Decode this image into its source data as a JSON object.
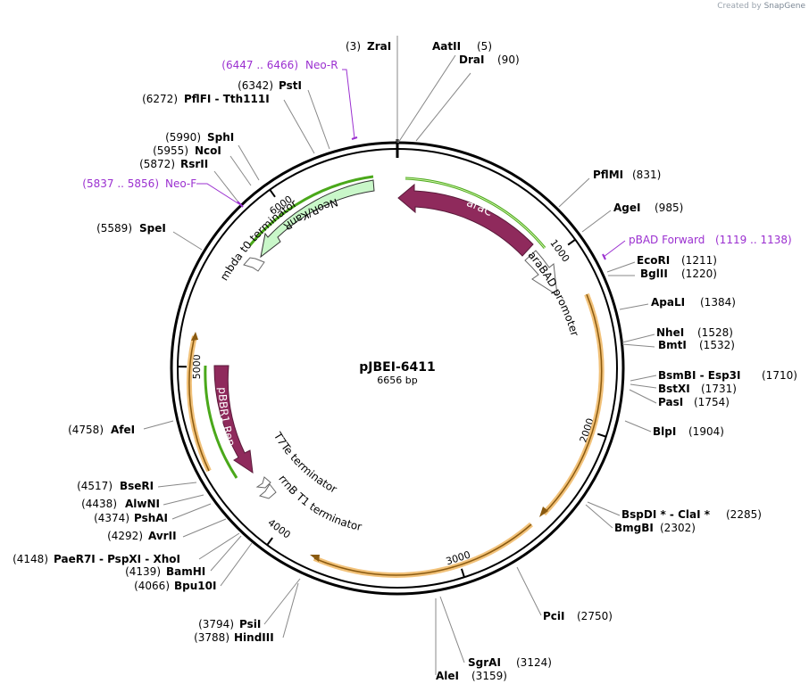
{
  "credit": {
    "prefix": "Created by",
    "brand": "SnapGene"
  },
  "plasmid": {
    "name": "pJBEI-6411",
    "length_label": "6656 bp",
    "total_bp": 6656
  },
  "colors": {
    "enzyme": "#000000",
    "primer": "#9b30d0",
    "feature_dark": "#8f2a5c",
    "feature_light": "#c9f7c9",
    "orf_orange": "#f2c27a",
    "promoter": "#ffffff"
  },
  "ticks": [
    {
      "bp": 1000,
      "label": "1000"
    },
    {
      "bp": 2000,
      "label": "2000"
    },
    {
      "bp": 3000,
      "label": "3000"
    },
    {
      "bp": 4000,
      "label": "4000"
    },
    {
      "bp": 5000,
      "label": "5000"
    },
    {
      "bp": 6000,
      "label": "6000"
    }
  ],
  "enzymes": [
    {
      "id": "zrai",
      "pos": "(3)",
      "name": "ZraI",
      "bp": 3
    },
    {
      "id": "aatii",
      "pos": "(5)",
      "name": "AatII",
      "bp": 5
    },
    {
      "id": "drai",
      "pos": "(90)",
      "name": "DraI",
      "bp": 90
    },
    {
      "id": "pflmi",
      "pos": "(831)",
      "name": "PflMI",
      "bp": 831
    },
    {
      "id": "agei",
      "pos": "(985)",
      "name": "AgeI",
      "bp": 985
    },
    {
      "id": "ecori",
      "pos": "(1211)",
      "name": "EcoRI",
      "bp": 1211
    },
    {
      "id": "bglii",
      "pos": "(1220)",
      "name": "BglII",
      "bp": 1220
    },
    {
      "id": "apali",
      "pos": "(1384)",
      "name": "ApaLI",
      "bp": 1384
    },
    {
      "id": "nhei",
      "pos": "(1528)",
      "name": "NheI",
      "bp": 1528
    },
    {
      "id": "bmti",
      "pos": "(1532)",
      "name": "BmtI",
      "bp": 1532
    },
    {
      "id": "bsmbi",
      "pos": "(1710)",
      "name": "BsmBI  - Esp3I",
      "bp": 1710
    },
    {
      "id": "bstxi",
      "pos": "(1731)",
      "name": "BstXI",
      "bp": 1731
    },
    {
      "id": "pasi",
      "pos": "(1754)",
      "name": "PasI",
      "bp": 1754
    },
    {
      "id": "blpi",
      "pos": "(1904)",
      "name": "BlpI",
      "bp": 1904
    },
    {
      "id": "bspdi",
      "pos": "(2285)",
      "name": "BspDI *  - ClaI *",
      "bp": 2285
    },
    {
      "id": "bmgbi",
      "pos": "(2302)",
      "name": "BmgBI",
      "bp": 2302
    },
    {
      "id": "pcii",
      "pos": "(2750)",
      "name": "PciI",
      "bp": 2750
    },
    {
      "id": "sgrai",
      "pos": "(3124)",
      "name": "SgrAI",
      "bp": 3124
    },
    {
      "id": "alei",
      "pos": "(3159)",
      "name": "AleI",
      "bp": 3159
    },
    {
      "id": "hindiii",
      "pos": "(3788)",
      "name": "HindIII",
      "bp": 3788
    },
    {
      "id": "psii",
      "pos": "(3794)",
      "name": "PsiI",
      "bp": 3794
    },
    {
      "id": "bpu10i",
      "pos": "(4066)",
      "name": "Bpu10I",
      "bp": 4066
    },
    {
      "id": "bamhi",
      "pos": "(4139)",
      "name": "BamHI",
      "bp": 4139
    },
    {
      "id": "paer7i",
      "pos": "(4148)",
      "name": "PaeR7I  - PspXI  - XhoI",
      "bp": 4148
    },
    {
      "id": "avrii",
      "pos": "(4292)",
      "name": "AvrII",
      "bp": 4292
    },
    {
      "id": "pshai",
      "pos": "(4374)",
      "name": "PshAI",
      "bp": 4374
    },
    {
      "id": "alwni",
      "pos": "(4438)",
      "name": "AlwNI",
      "bp": 4438
    },
    {
      "id": "beri",
      "pos": "(4517)",
      "name": "BseRI",
      "bp": 4517
    },
    {
      "id": "afei",
      "pos": "(4758)",
      "name": "AfeI",
      "bp": 4758
    },
    {
      "id": "spei",
      "pos": "(5589)",
      "name": "SpeI",
      "bp": 5589
    },
    {
      "id": "rsrii",
      "pos": "(5872)",
      "name": "RsrII",
      "bp": 5872
    },
    {
      "id": "ncoi",
      "pos": "(5955)",
      "name": "NcoI",
      "bp": 5955
    },
    {
      "id": "sphi",
      "pos": "(5990)",
      "name": "SphI",
      "bp": 5990
    },
    {
      "id": "tth111i",
      "pos": "(6272)",
      "name": "PflFI  - Tth111I",
      "bp": 6272
    },
    {
      "id": "psti",
      "pos": "(6342)",
      "name": "PstI",
      "bp": 6342
    }
  ],
  "primers": [
    {
      "id": "neo-r",
      "name": "Neo-R",
      "range": "(6447 .. 6466)",
      "bp": 6456
    },
    {
      "id": "pbad-forward",
      "name": "pBAD Forward",
      "range": "(1119 .. 1138)",
      "bp": 1128
    },
    {
      "id": "neo-f",
      "name": "Neo-F",
      "range": "(5837 .. 5856)",
      "bp": 5846
    }
  ],
  "features": [
    {
      "id": "arac",
      "name": "araC"
    },
    {
      "id": "arabad-promoter",
      "name": "araBAD promoter"
    },
    {
      "id": "neor-kanr",
      "name": "NeoR/KanR"
    },
    {
      "id": "lambda-t0",
      "name": "lambda t0 terminator"
    },
    {
      "id": "pbbr1-rep",
      "name": "pBBR1 Rep"
    },
    {
      "id": "t7te",
      "name": "T7Te terminator"
    },
    {
      "id": "rrnb-t1",
      "name": "rrnB T1 terminator"
    }
  ]
}
